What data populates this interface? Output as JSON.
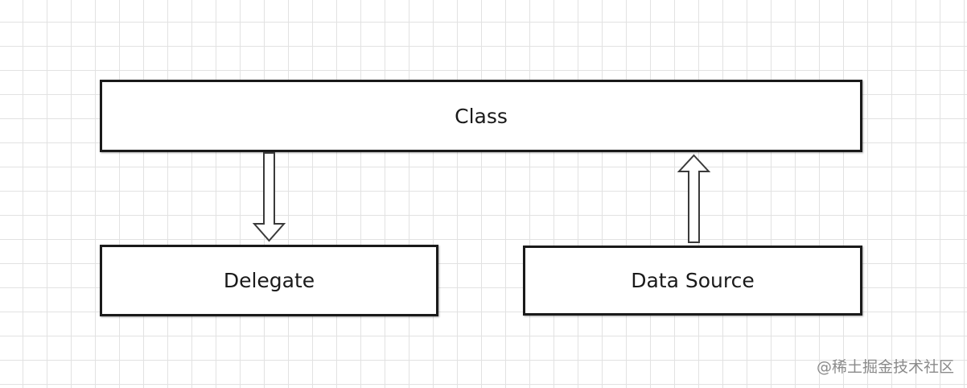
{
  "diagram": {
    "nodes": {
      "class": "Class",
      "delegate": "Delegate",
      "data_source": "Data Source"
    },
    "edges": [
      {
        "from": "Class",
        "to": "Delegate",
        "style": "hollow-arrow"
      },
      {
        "from": "Data Source",
        "to": "Class",
        "style": "hollow-arrow"
      }
    ]
  },
  "watermark": "@稀土掘金技术社区",
  "colors": {
    "stroke": "#1a1a1a",
    "grid": "#e2e2e2",
    "watermark": "#8a8a8a"
  }
}
